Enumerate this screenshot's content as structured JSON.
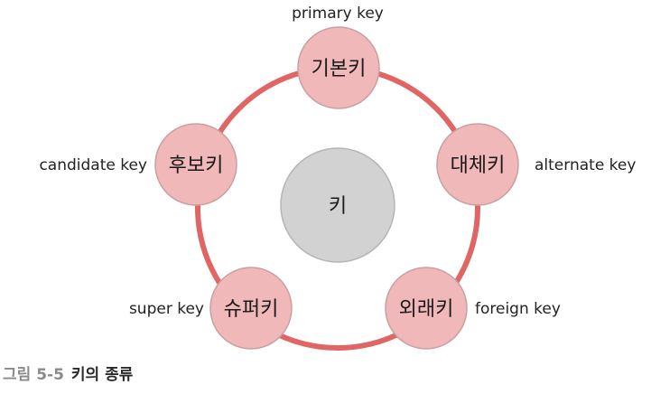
{
  "diagram": {
    "center": {
      "label": "키"
    },
    "nodes": [
      {
        "id": "primary",
        "label": "기본키",
        "english": "primary key"
      },
      {
        "id": "alternate",
        "label": "대체키",
        "english": "alternate key"
      },
      {
        "id": "foreign",
        "label": "외래키",
        "english": "foreign key"
      },
      {
        "id": "super",
        "label": "슈퍼키",
        "english": "super key"
      },
      {
        "id": "candidate",
        "label": "후보키",
        "english": "candidate key"
      }
    ],
    "colors": {
      "ring": "#e06666",
      "node_fill": "#f0b8b8",
      "node_stroke": "#c9a0a0",
      "center_fill": "#d2d2d2",
      "center_stroke": "#b5b5b5"
    }
  },
  "caption": {
    "number": "그림 5-5",
    "title": "키의 종류"
  }
}
